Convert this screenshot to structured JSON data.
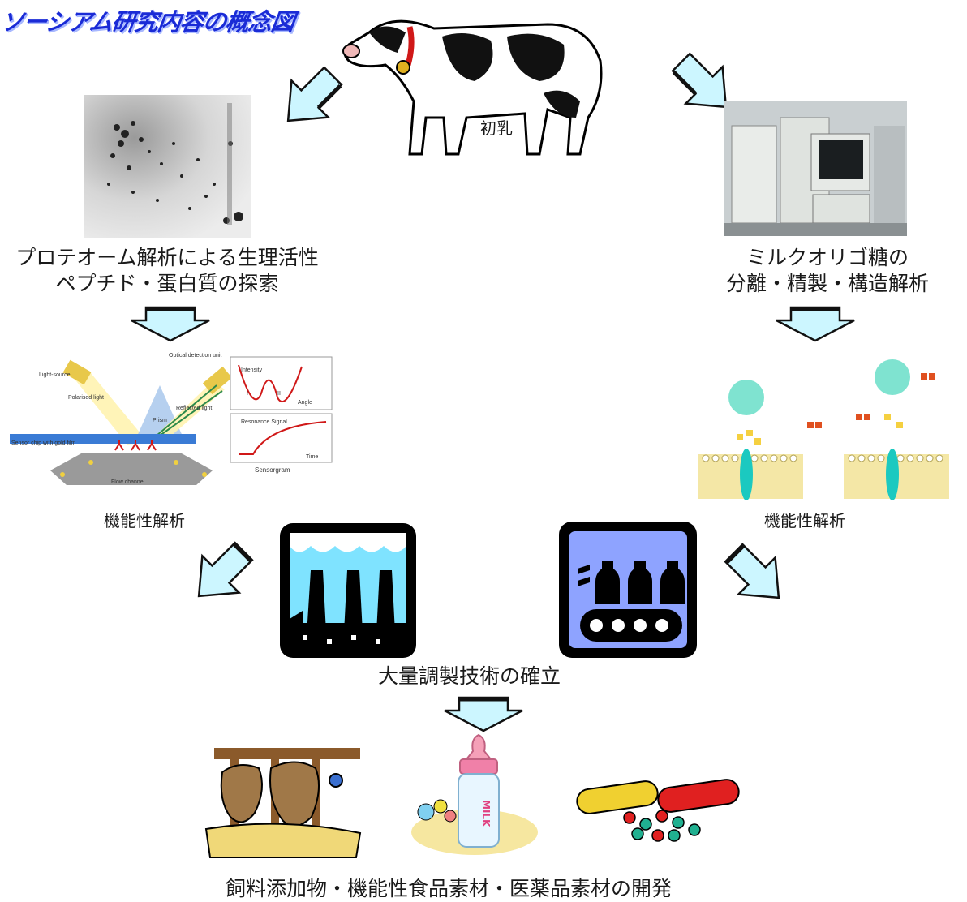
{
  "title": "ソーシアム研究内容の概念図",
  "labels": {
    "colostrum": "初乳",
    "proteome_line1": "プロテオーム解析による生理活性",
    "proteome_line2": "ペプチド・蛋白質の探索",
    "oligo_line1": "ミルクオリゴ糖の",
    "oligo_line2": "分離・精製・構造解析",
    "function_left": "機能性解析",
    "function_right": "機能性解析",
    "mass_production": "大量調製技術の確立",
    "development": "飼料添加物・機能性食品素材・医薬品素材の開発"
  },
  "spr_figure": {
    "light_source": "Light-source",
    "polarised_light": "Polarised light",
    "prism": "Prism",
    "optical_unit": "Optical detection unit",
    "reflected_light": "Reflected light",
    "sensor_chip": "Sensor chip with gold film",
    "flow_channel": "Flow channel",
    "intensity": "Intensity",
    "angle": "Angle",
    "resonance_signal": "Resonance Signal",
    "time": "Time",
    "sensorgram": "Sensorgram",
    "tick_i": "I",
    "tick_ii": "II"
  },
  "bottle_text": "MILK",
  "colors": {
    "arrow_fill": "#ccf6ff",
    "arrow_stroke": "#111111",
    "title": "#1a2bd6",
    "factory_sky": "#7fe3ff",
    "machine_bg": "#8ea3ff"
  }
}
